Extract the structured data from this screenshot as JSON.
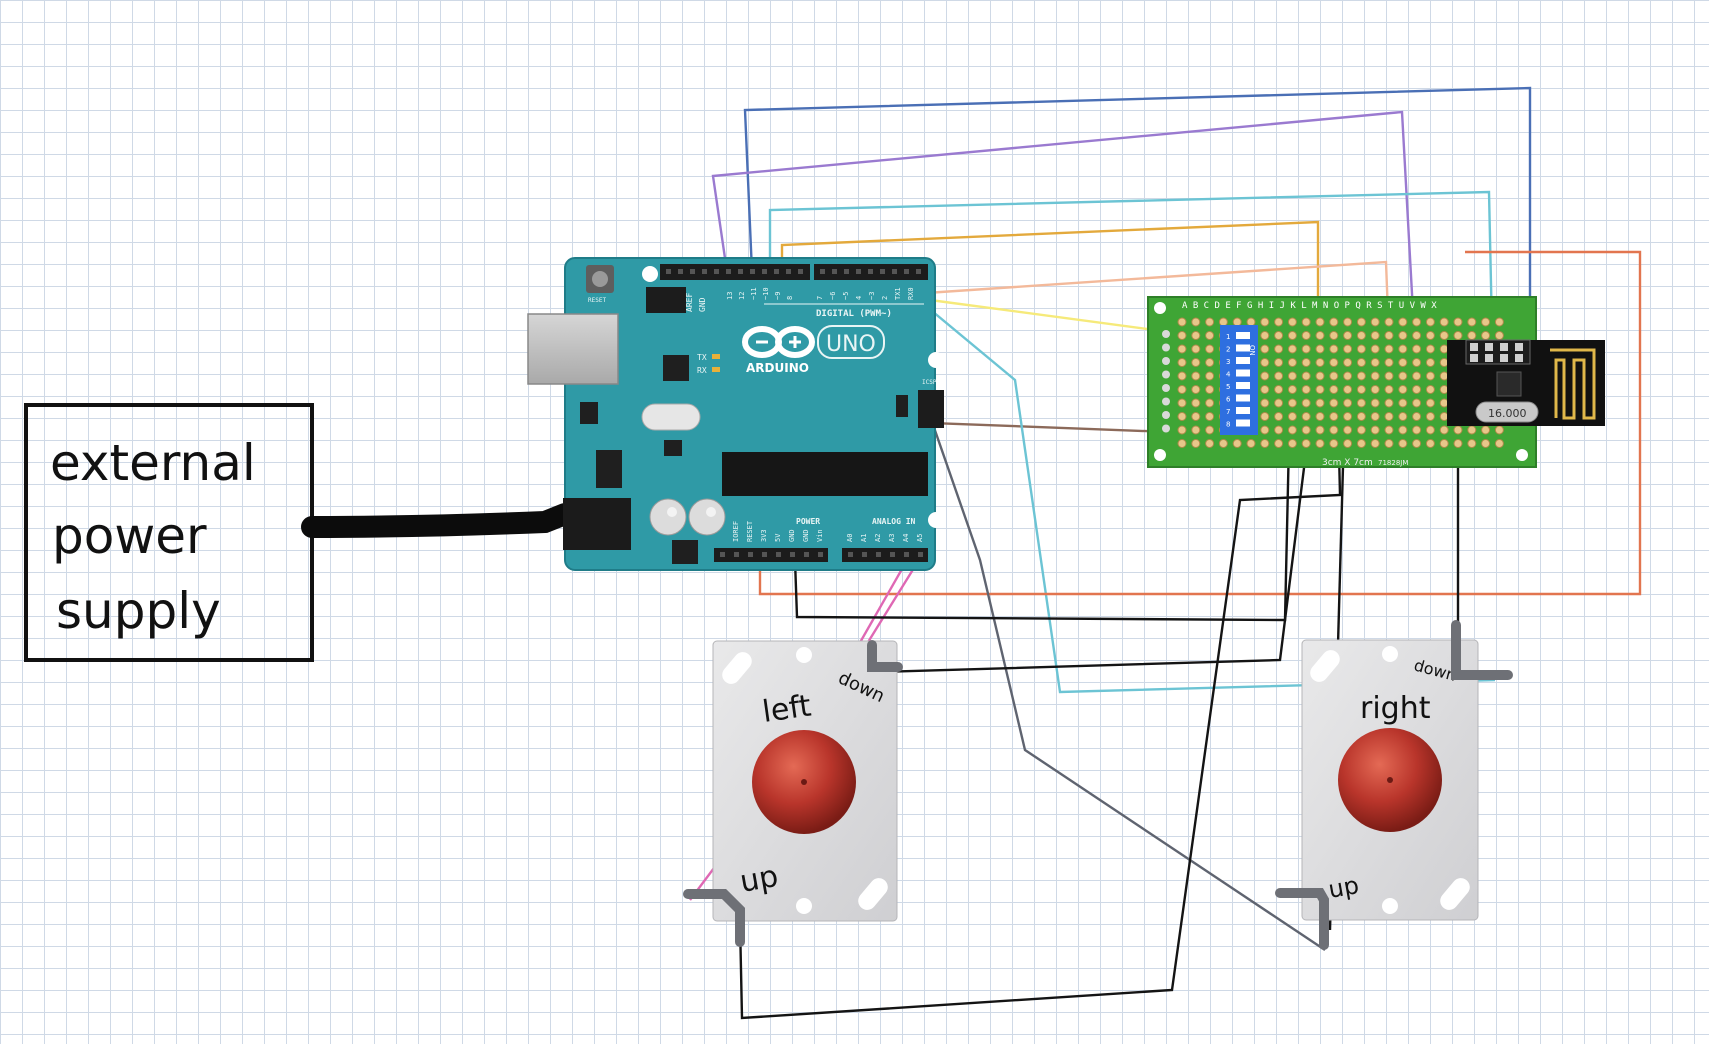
{
  "power_box": {
    "line1": "external",
    "line2": "power",
    "line3": "supply"
  },
  "arduino": {
    "brand": "ARDUINO",
    "model": "UNO",
    "digital_label": "DIGITAL (PWM~)",
    "power_label": "POWER",
    "analog_label": "ANALOG IN",
    "aref": "AREF",
    "gnd": "GND",
    "tx": "TX",
    "rx": "RX",
    "reset": "RESET",
    "icsp": "ICSP",
    "digital_pins": [
      "13",
      "12",
      "~11",
      "~10",
      "~9",
      "8",
      "7",
      "~6",
      "~5",
      "4",
      "~3",
      "2",
      "TX1",
      "RX0"
    ],
    "power_pins": [
      "IOREF",
      "RESET",
      "3V3",
      "5V",
      "GND",
      "GND",
      "Vin"
    ],
    "analog_pins": [
      "A0",
      "A1",
      "A2",
      "A3",
      "A4",
      "A5"
    ]
  },
  "perfboard": {
    "column_letters": "A B C D E F G H I J K L M N O P Q R S T U V W X",
    "dip_on": "ON",
    "dip_numbers": [
      "1",
      "2",
      "3",
      "4",
      "5",
      "6",
      "7",
      "8"
    ],
    "size_label": "3cm X 7cm",
    "code_label": "71828JM"
  },
  "radio": {
    "crystal": "16.000"
  },
  "joystick_left": {
    "name": "left",
    "up_label": "up",
    "down_label": "down"
  },
  "joystick_right": {
    "name": "right",
    "up_label": "up",
    "down_label": "down"
  },
  "colors": {
    "board_teal": "#2f9aa6",
    "perfboard_green": "#3fa535",
    "wire_blue": "#4a6fb5",
    "wire_purple": "#9a7ad0",
    "wire_cyan": "#6cc4d4",
    "wire_orange": "#e3a93c",
    "wire_peach": "#f3b99a",
    "wire_yellow": "#f6ea7a",
    "wire_brown": "#8c6a5a",
    "wire_red": "#e2754f",
    "wire_pink": "#df68b4",
    "wire_gray": "#5f6470",
    "button_red": "#b9352b"
  },
  "icons": [
    "usb-connector",
    "barrel-jack",
    "reset-button",
    "crystal-oscillator",
    "antenna-trace"
  ]
}
